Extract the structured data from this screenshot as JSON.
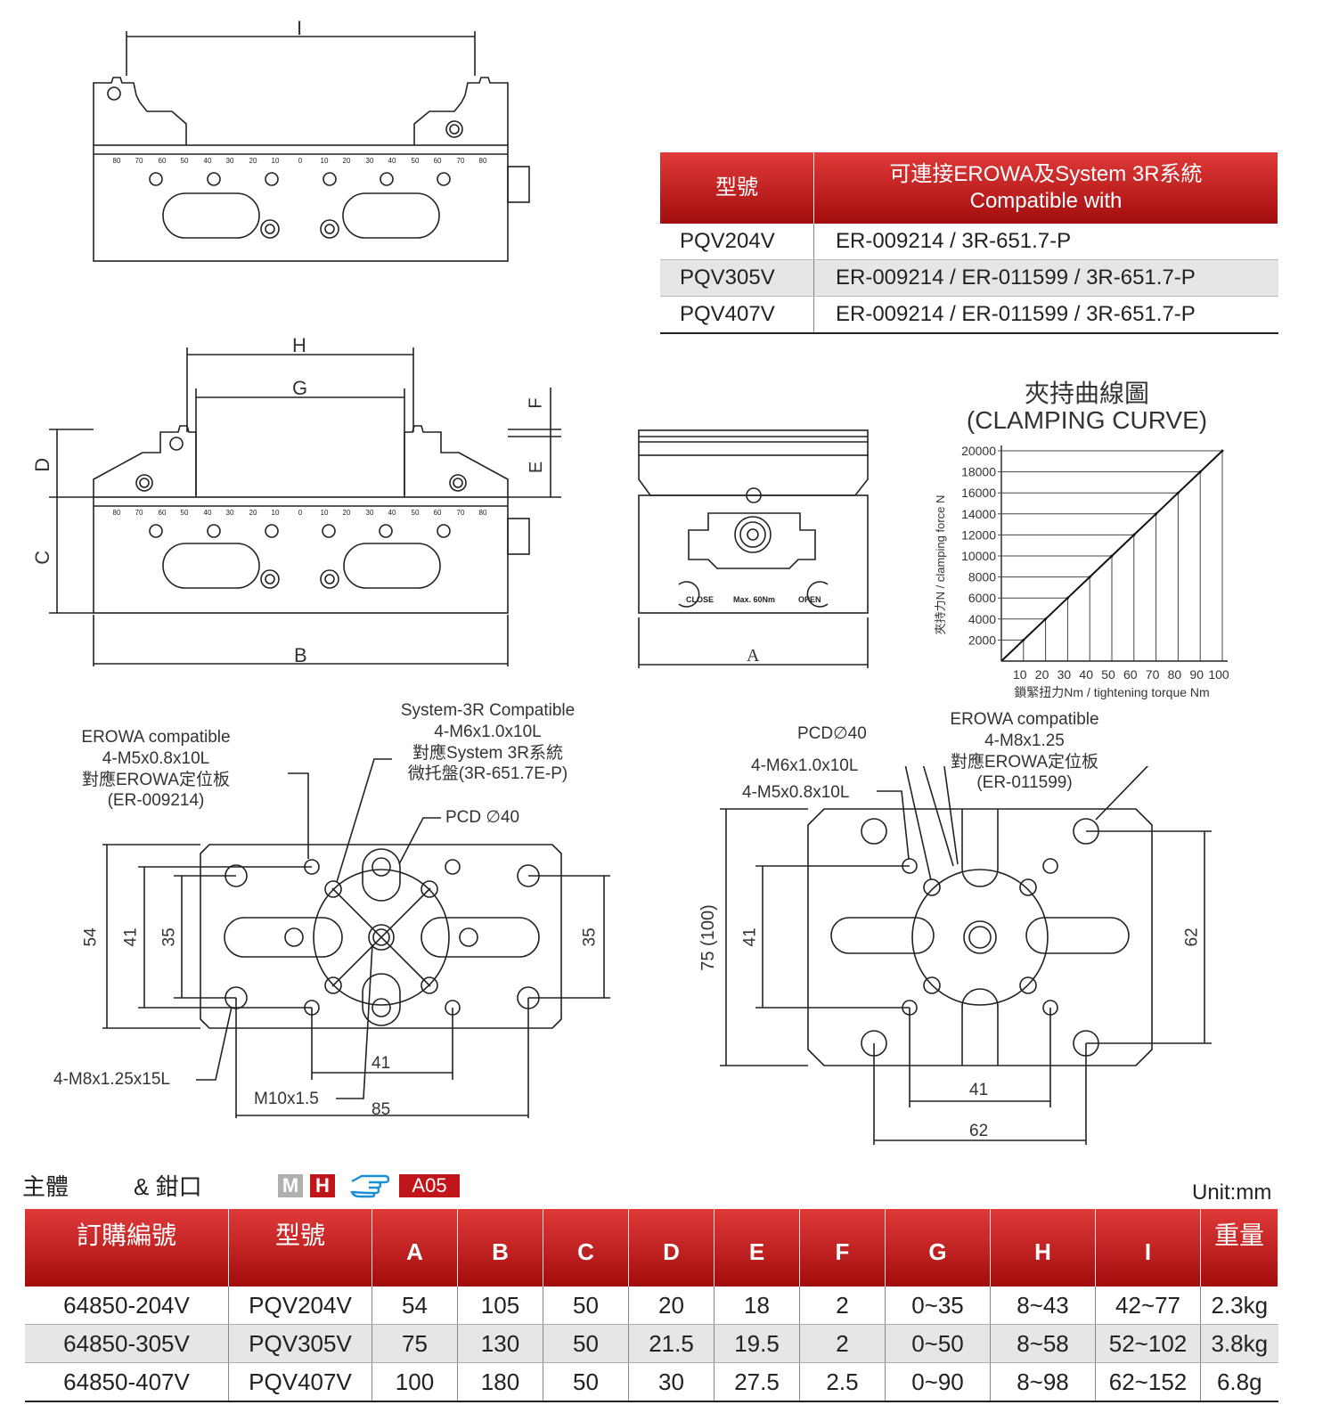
{
  "drawing_labels": {
    "I": "I",
    "H": "H",
    "G": "G",
    "F": "F",
    "E": "E",
    "D": "D",
    "C": "C",
    "B": "B",
    "A": "A",
    "scale": [
      "80",
      "70",
      "60",
      "50",
      "40",
      "30",
      "20",
      "10",
      "0",
      "10",
      "20",
      "30",
      "40",
      "50",
      "60",
      "70",
      "80"
    ],
    "close": "CLOSE",
    "max": "Max. 60Nm",
    "open": "OPEN"
  },
  "compat_table": {
    "header_model": "型號",
    "header_compat_1": "可連接EROWA及System 3R系統",
    "header_compat_2": "Compatible with",
    "rows": [
      {
        "model": "PQV204V",
        "compat": "ER-009214 / 3R-651.7-P"
      },
      {
        "model": "PQV305V",
        "compat": "ER-009214 / ER-011599 / 3R-651.7-P"
      },
      {
        "model": "PQV407V",
        "compat": "ER-009214 / ER-011599 / 3R-651.7-P"
      }
    ]
  },
  "chart_data": {
    "type": "line",
    "title": "夾持曲線圖",
    "subtitle": "(CLAMPING CURVE)",
    "xlabel": "鎖緊扭力Nm / tightening torque Nm",
    "ylabel": "夾持力N / clamping force N",
    "x": [
      10,
      20,
      30,
      40,
      50,
      60,
      70,
      80,
      90,
      100
    ],
    "values": [
      2000,
      4000,
      6000,
      8000,
      10000,
      12000,
      14000,
      16000,
      18000,
      20000
    ],
    "xticks": [
      "10",
      "20",
      "30",
      "40",
      "50",
      "60",
      "70",
      "80",
      "90",
      "100"
    ],
    "yticks": [
      "2000",
      "4000",
      "6000",
      "8000",
      "10000",
      "12000",
      "14000",
      "16000",
      "18000",
      "20000"
    ],
    "xlim": [
      0,
      100
    ],
    "ylim": [
      0,
      20000
    ],
    "grid": "vertical drop lines"
  },
  "bottom_left": {
    "erowa_1": "EROWA compatible",
    "erowa_2": "4-M5x0.8x10L",
    "erowa_3": "對應EROWA定位板",
    "erowa_4": "(ER-009214)",
    "sys3r_1": "System-3R Compatible",
    "sys3r_2": "4-M6x1.0x10L",
    "sys3r_3": "對應System 3R系統",
    "sys3r_4": "微托盤(3R-651.7E-P)",
    "pcd": "PCD ∅40",
    "m8": "4-M8x1.25x15L",
    "m10": "M10x1.5",
    "d41": "41",
    "d85": "85",
    "d54": "54",
    "d41v": "41",
    "d35": "35",
    "d35r": "35"
  },
  "bottom_right": {
    "pcd": "PCD∅40",
    "m6": "4-M6x1.0x10L",
    "m5": "4-M5x0.8x10L",
    "erowa_1": "EROWA compatible",
    "erowa_2": "4-M8x1.25",
    "erowa_3": "對應EROWA定位板",
    "erowa_4": "(ER-011599)",
    "d75": "75 (100)",
    "d41v": "41",
    "d62v": "62",
    "d41": "41",
    "d62": "62"
  },
  "section": {
    "body": "主體",
    "jaw": "& 鉗口",
    "chip_m": "M",
    "chip_h": "H",
    "hand_icon": "pointing-hand-icon",
    "chip_a05": "A05",
    "unit": "Unit:mm",
    "colors": {
      "red": "#c0151b",
      "gray": "#b0b0b0",
      "blue": "#1a8fd6"
    }
  },
  "spec_table": {
    "headers": [
      "訂購編號",
      "型號",
      "A",
      "B",
      "C",
      "D",
      "E",
      "F",
      "G",
      "H",
      "I",
      "重量"
    ],
    "rows": [
      [
        "64850-204V",
        "PQV204V",
        "54",
        "105",
        "50",
        "20",
        "18",
        "2",
        "0~35",
        "8~43",
        "42~77",
        "2.3kg"
      ],
      [
        "64850-305V",
        "PQV305V",
        "75",
        "130",
        "50",
        "21.5",
        "19.5",
        "2",
        "0~50",
        "8~58",
        "52~102",
        "3.8kg"
      ],
      [
        "64850-407V",
        "PQV407V",
        "100",
        "180",
        "50",
        "30",
        "27.5",
        "2.5",
        "0~90",
        "8~98",
        "62~152",
        "6.8g"
      ]
    ]
  }
}
